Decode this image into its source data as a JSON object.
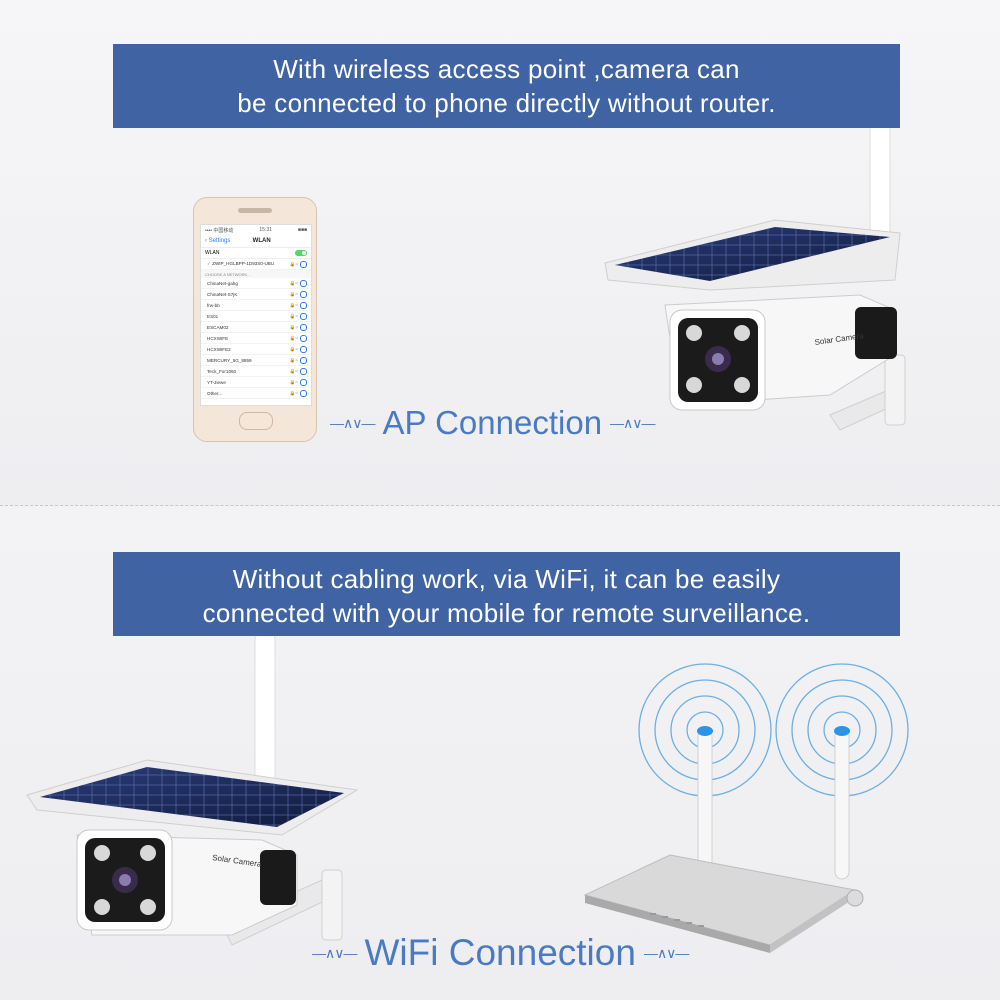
{
  "top_banner": {
    "line1": "With wireless access point ,camera can",
    "line2": "be connected to phone directly  without router."
  },
  "bottom_banner": {
    "line1": "Without cabling work, via WiFi, it can be easily",
    "line2": "connected with your mobile for remote surveillance."
  },
  "captions": {
    "ap": "AP Connection",
    "wifi": "WiFi Connection"
  },
  "camera_brand_label": "Solar Camera",
  "phone": {
    "status_left": "•••• 中国移动",
    "status_time": "15:31",
    "status_right": "■■■",
    "back_label": "Settings",
    "title": "WLAN",
    "wlan_label": "WLAN",
    "connected_network": "ZWIP_HGLBPP-1D93S0-UBU",
    "section_label": "CHOOSE A NETWORK...",
    "networks": [
      "ChinaNet-gahg",
      "ChinaNet-S7jK",
      "frw-bb",
      "ES01",
      "ESCAM02",
      "HCXWIFE",
      "HCXWIFE2",
      "MERCURY_5G_8959",
      "Teck_For1060",
      "YT-Jiewe",
      "Other..."
    ]
  },
  "colors": {
    "banner": "#3f63a3",
    "caption": "#4a7bc2",
    "wifi_signal": "#4a9fe0"
  },
  "icons": [
    "wave-left-icon",
    "wave-right-icon",
    "wifi-signal-icon",
    "solar-panel-icon"
  ]
}
